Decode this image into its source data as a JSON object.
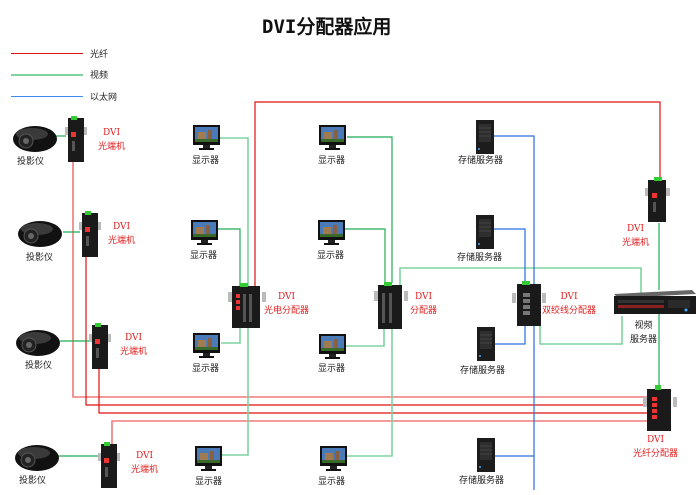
{
  "title": "DVI分配器应用",
  "legend": [
    {
      "label": "光纤",
      "color": "#e01010"
    },
    {
      "label": "视频",
      "color": "#7fd3a0"
    },
    {
      "label": "以太网",
      "color": "#3a8ff0"
    }
  ],
  "colors": {
    "fiber": "#e01010",
    "fiber_light": "#f07a7a",
    "video": "#7fd3a0",
    "video_dark": "#22aa55",
    "ethernet": "#2a6fe0",
    "ethernet_light": "#7ab0f0",
    "device_label": "#e02020"
  },
  "projectors": [
    {
      "label": "投影仪"
    },
    {
      "label": "投影仪"
    },
    {
      "label": "投影仪"
    },
    {
      "label": "投影仪"
    }
  ],
  "transceivers": [
    {
      "line1": "DVI",
      "line2": "光端机"
    },
    {
      "line1": "DVI",
      "line2": "光端机"
    },
    {
      "line1": "DVI",
      "line2": "光端机"
    },
    {
      "line1": "DVI",
      "line2": "光端机"
    },
    {
      "line1": "DVI",
      "line2": "光端机"
    }
  ],
  "monitors": [
    {
      "label": "显示器"
    },
    {
      "label": "显示器"
    },
    {
      "label": "显示器"
    },
    {
      "label": "显示器"
    },
    {
      "label": "显示器"
    },
    {
      "label": "显示器"
    },
    {
      "label": "显示器"
    },
    {
      "label": "显示器"
    }
  ],
  "splitters": {
    "optical_electric": {
      "line1": "DVI",
      "line2": "光电分配器"
    },
    "standard": {
      "line1": "DVI",
      "line2": "分配器"
    },
    "twisted_pair": {
      "line1": "DVI",
      "line2": "双绞线分配器"
    },
    "fiber": {
      "line1": "DVI",
      "line2": "光纤分配器"
    }
  },
  "storage_servers": [
    {
      "label": "存储服务器"
    },
    {
      "label": "存储服务器"
    },
    {
      "label": "存储服务器"
    },
    {
      "label": "存储服务器"
    }
  ],
  "video_server": {
    "line1": "视频",
    "line2": "服务器"
  }
}
